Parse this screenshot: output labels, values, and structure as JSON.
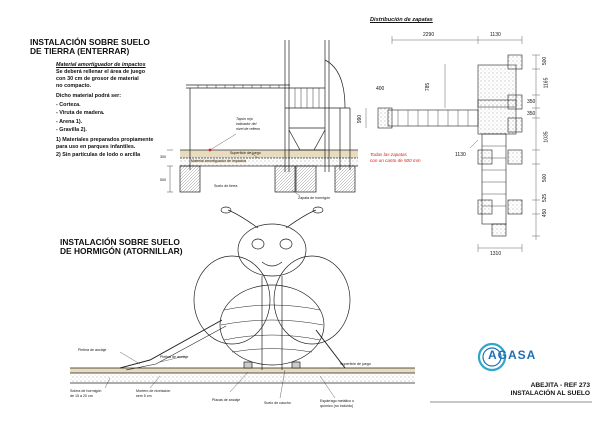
{
  "left_top": {
    "title_line1": "INSTALACIÓN SOBRE SUELO",
    "title_line2": "DE TIERRA (ENTERRAR)",
    "material_heading": "Material amortiguador de impactos",
    "material_text": [
      "Se deberá rellenar el área de juego",
      "con 30 cm de grosor de material",
      "no compacto.",
      "Dicho material podrá ser:",
      "- Corteza.",
      "- Viruta de madera.",
      "- Arena 1).",
      "- Gravilla 2)."
    ],
    "footnotes": [
      "1) Materiales preparados propiamente",
      "para uso en parques infantiles.",
      "2) Sin partículas de lodo o arcilla"
    ],
    "labels": {
      "tapon_1": "Tapón rojo",
      "tapon_2": "indicador del",
      "tapon_3": "nivel de relleno",
      "superficie": "Superficie de juego",
      "material": "Material amortiguador de impactos",
      "suelo_tierra": "Suelo de tierra",
      "zapata": "Zapata de hormigón",
      "dim_300": "300",
      "dim_500": "500"
    }
  },
  "right_top": {
    "title": "Distribución de zapatas",
    "note_1": "Todas las zapatas",
    "note_2": "con un canto de 500 mm",
    "dims": {
      "top_2290": "2290",
      "top_1130": "1130",
      "d400": "400",
      "d785": "785",
      "d990": "990",
      "d1130": "1130",
      "r500a": "500",
      "r1165": "1165",
      "r350a": "350",
      "r350b": "350",
      "r1035": "1035",
      "r500b": "500",
      "r525": "525",
      "r450": "450",
      "bot_1310": "1310"
    }
  },
  "left_bottom": {
    "title_line1": "INSTALACIÓN SOBRE SUELO",
    "title_line2": "DE HORMIGÓN (ATORNILLAR)",
    "labels": {
      "pletina_1": "Pletina de anclaje",
      "pletina_2": "Pletina de anclaje",
      "superficie": "Superficie de juego",
      "solera_1": "Solera de hormigón",
      "solera_2": "de 15 a 20 cm",
      "mortero_1": "Mortero de nivelación",
      "mortero_2": "sem 5 cm",
      "placas": "Placas de anclaje",
      "caucho": "Suelo de caucho",
      "esparrago_1": "Espárrago metálico o",
      "esparrago_2": "químico (no incluido)"
    }
  },
  "footer": {
    "line1": "ABEJITA - REF 273",
    "line2": "INSTALACIÓN AL SUELO"
  },
  "logo": {
    "text": "AGASA",
    "colors": {
      "primary": "#1f6fb4",
      "secondary": "#2fa7c9"
    }
  },
  "colors": {
    "accent_red": "#d4201c",
    "ground_tan": "#d9c7a0",
    "concrete": "#c8c8c8"
  }
}
